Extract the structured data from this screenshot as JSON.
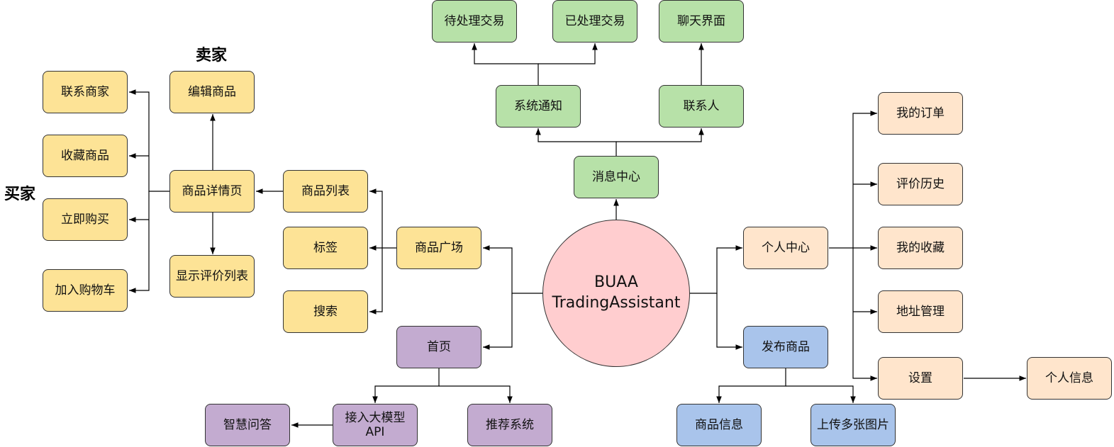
{
  "center": {
    "label": "BUAA\nTradingAssistant"
  },
  "message_center": {
    "label": "消息中心",
    "system_notice": {
      "label": "系统通知",
      "pending": "待处理交易",
      "processed": "已处理交易"
    },
    "contacts": {
      "label": "联系人",
      "chat": "聊天界面"
    }
  },
  "plaza": {
    "label": "商品广场",
    "list": "商品列表",
    "tags": "标签",
    "search": "搜索",
    "detail": "商品详情页",
    "edit": "编辑商品",
    "reviews": "显示评价列表",
    "contact_seller": "联系商家",
    "favorite": "收藏商品",
    "buy_now": "立即购买",
    "add_cart": "加入购物车",
    "seller_label": "卖家",
    "buyer_label": "买家"
  },
  "home": {
    "label": "首页",
    "llm": "接入大模型\nAPI",
    "qa": "智慧问答",
    "recommend": "推荐系统"
  },
  "personal": {
    "label": "个人中心",
    "orders": "我的订单",
    "review_history": "评价历史",
    "favorites": "我的收藏",
    "address": "地址管理",
    "settings": "设置",
    "profile": "个人信息"
  },
  "publish": {
    "label": "发布商品",
    "info": "商品信息",
    "upload": "上传多张图片"
  },
  "colors": {
    "green": "#b7e1a8",
    "yellow": "#fde396",
    "orange": "#ffe5cc",
    "blue": "#a9c4eb",
    "purple": "#c3abd0",
    "center": "#ffcdcf"
  }
}
